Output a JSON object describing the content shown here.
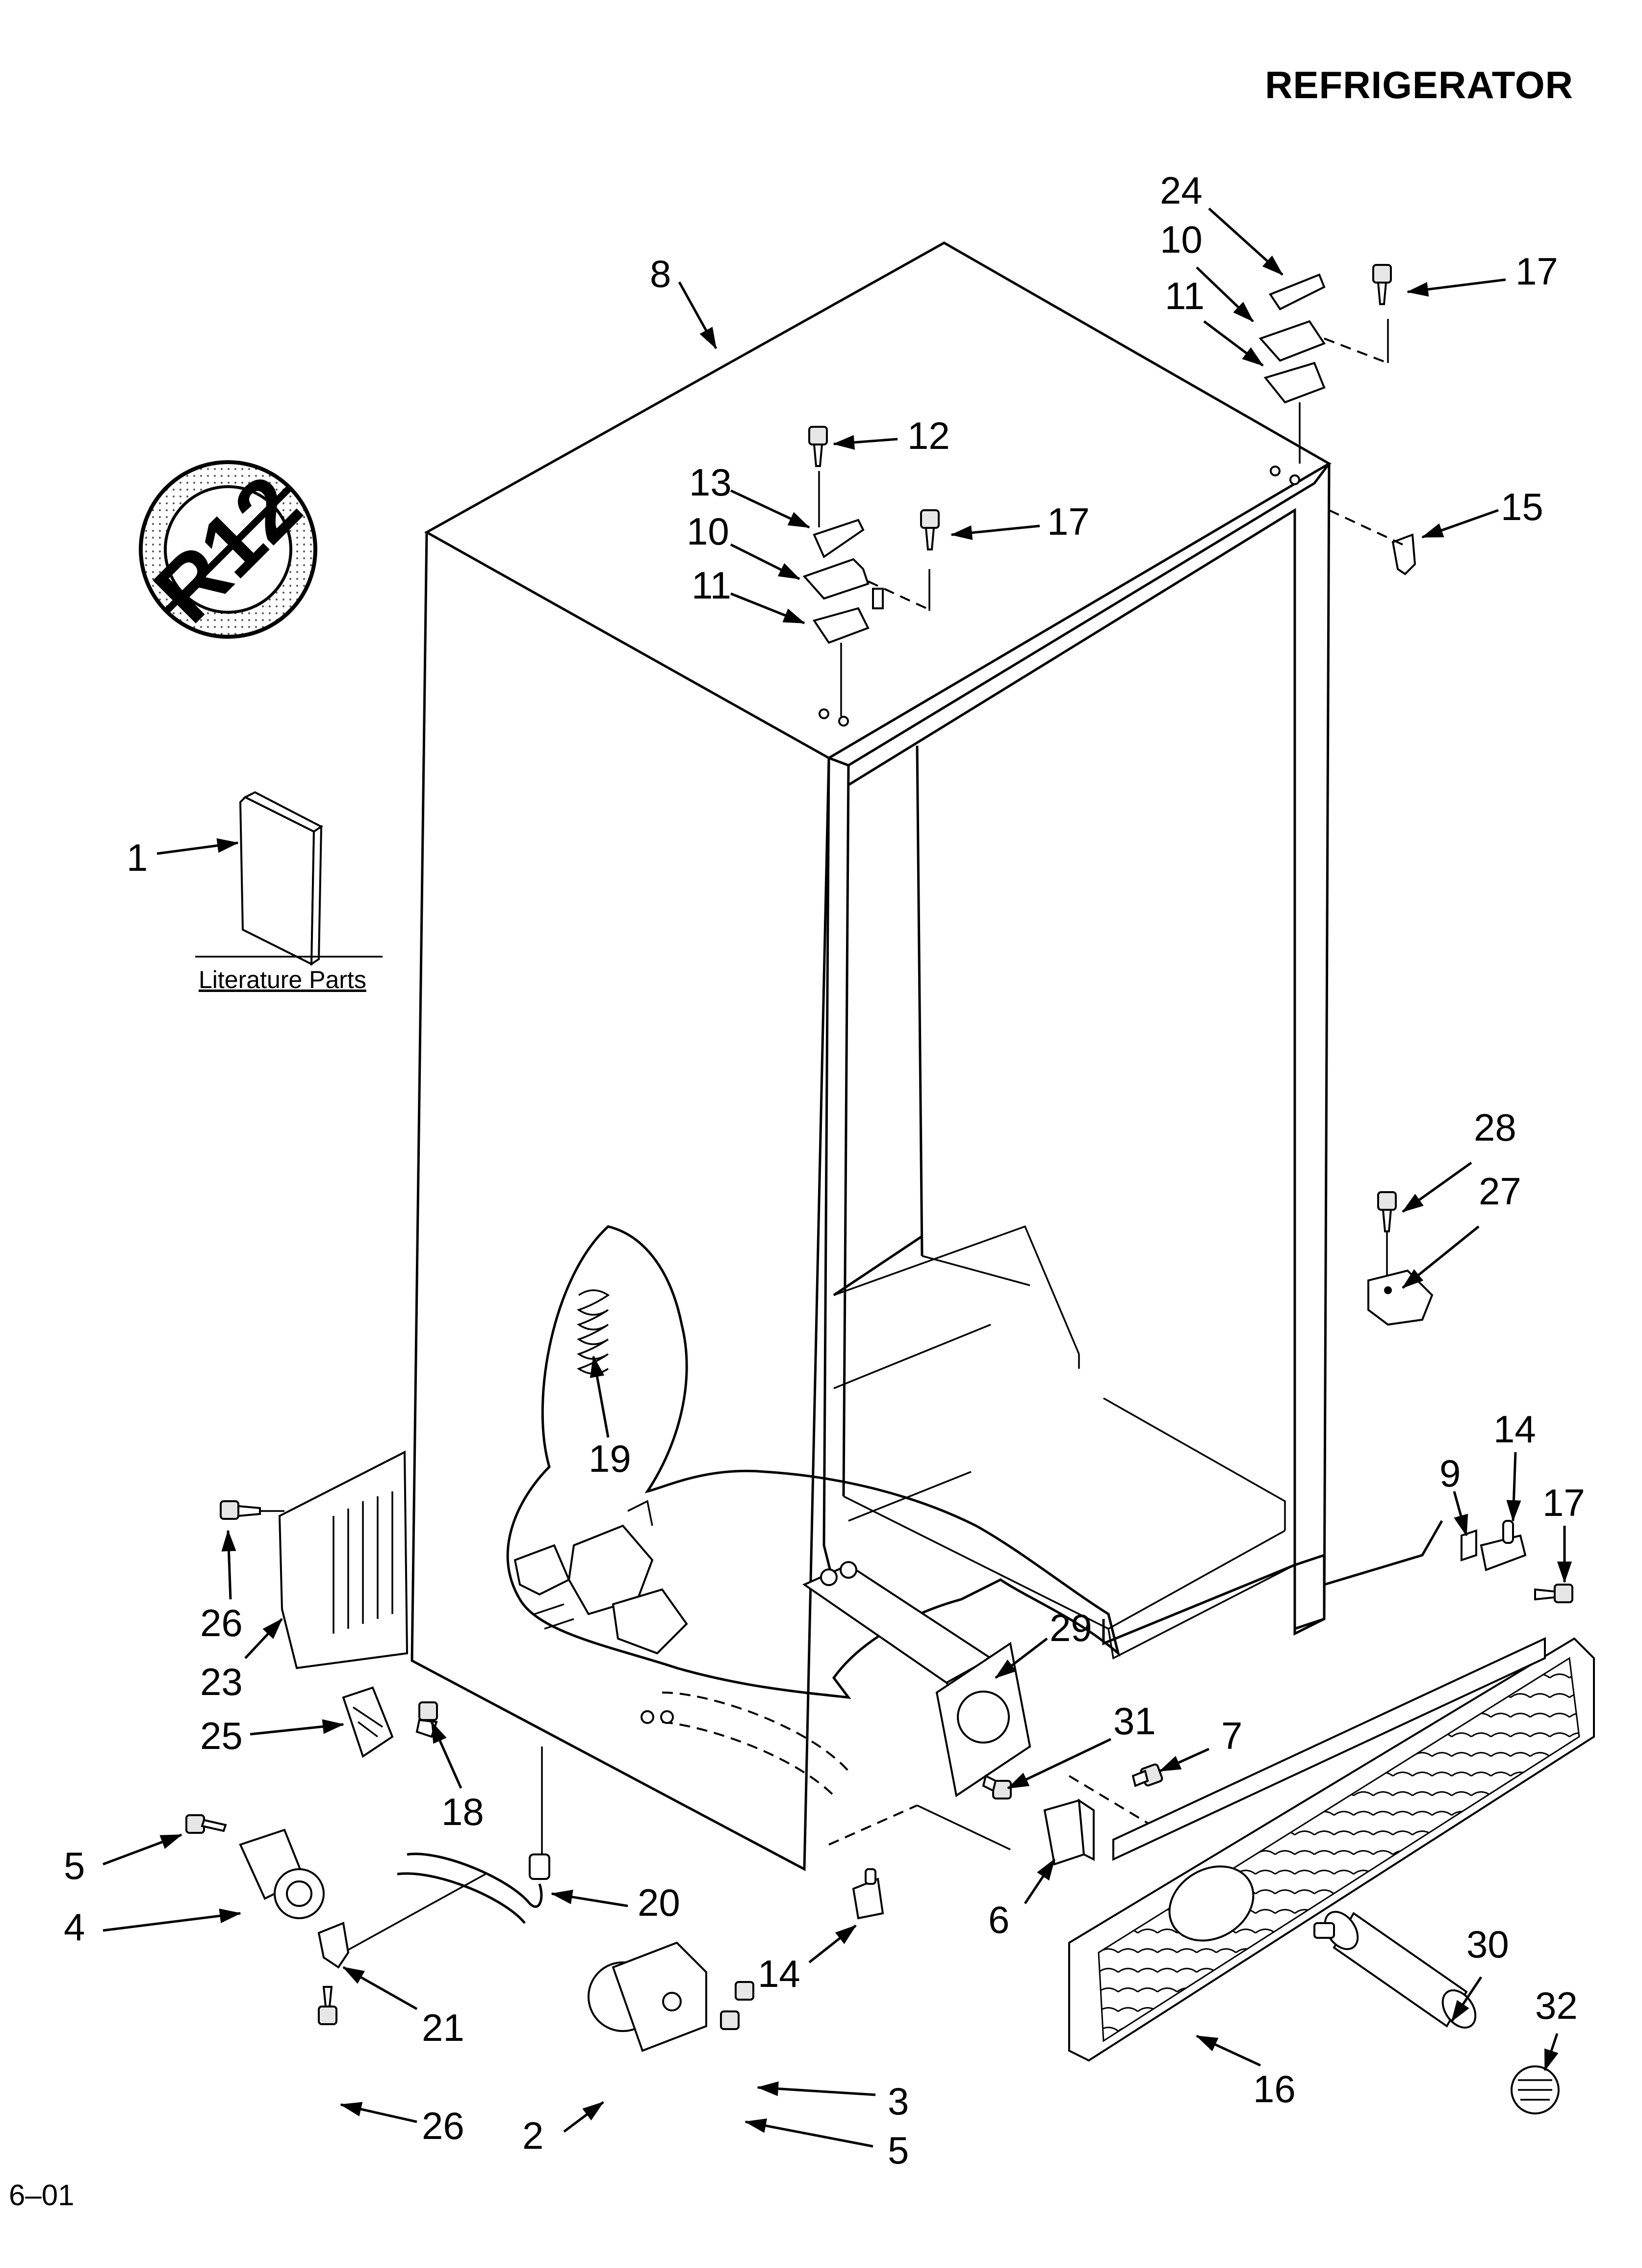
{
  "header": {
    "title": "REFRIGERATOR"
  },
  "footer": {
    "page_code": "6–01"
  },
  "literature": {
    "label": "Literature Parts"
  },
  "badge": {
    "text": "R12",
    "meaning": "no-r12-refrigerant-icon"
  },
  "callouts": [
    {
      "id": "c24",
      "label": "24"
    },
    {
      "id": "c10a",
      "label": "10"
    },
    {
      "id": "c11a",
      "label": "11"
    },
    {
      "id": "c17a",
      "label": "17"
    },
    {
      "id": "c8",
      "label": "8"
    },
    {
      "id": "c12",
      "label": "12"
    },
    {
      "id": "c13",
      "label": "13"
    },
    {
      "id": "c17b",
      "label": "17"
    },
    {
      "id": "c10b",
      "label": "10"
    },
    {
      "id": "c11b",
      "label": "11"
    },
    {
      "id": "c15",
      "label": "15"
    },
    {
      "id": "c1",
      "label": "1"
    },
    {
      "id": "c28",
      "label": "28"
    },
    {
      "id": "c27",
      "label": "27"
    },
    {
      "id": "c19",
      "label": "19"
    },
    {
      "id": "c9",
      "label": "9"
    },
    {
      "id": "c14a",
      "label": "14"
    },
    {
      "id": "c17c",
      "label": "17"
    },
    {
      "id": "c26a",
      "label": "26"
    },
    {
      "id": "c23",
      "label": "23"
    },
    {
      "id": "c29",
      "label": "29"
    },
    {
      "id": "c25",
      "label": "25"
    },
    {
      "id": "c31",
      "label": "31"
    },
    {
      "id": "c7",
      "label": "7"
    },
    {
      "id": "c18",
      "label": "18"
    },
    {
      "id": "c5a",
      "label": "5"
    },
    {
      "id": "c20",
      "label": "20"
    },
    {
      "id": "c6",
      "label": "6"
    },
    {
      "id": "c4",
      "label": "4"
    },
    {
      "id": "c30",
      "label": "30"
    },
    {
      "id": "c14b",
      "label": "14"
    },
    {
      "id": "c32",
      "label": "32"
    },
    {
      "id": "c21",
      "label": "21"
    },
    {
      "id": "c16",
      "label": "16"
    },
    {
      "id": "c3",
      "label": "3"
    },
    {
      "id": "c26b",
      "label": "26"
    },
    {
      "id": "c2",
      "label": "2"
    },
    {
      "id": "c5b",
      "label": "5"
    }
  ]
}
